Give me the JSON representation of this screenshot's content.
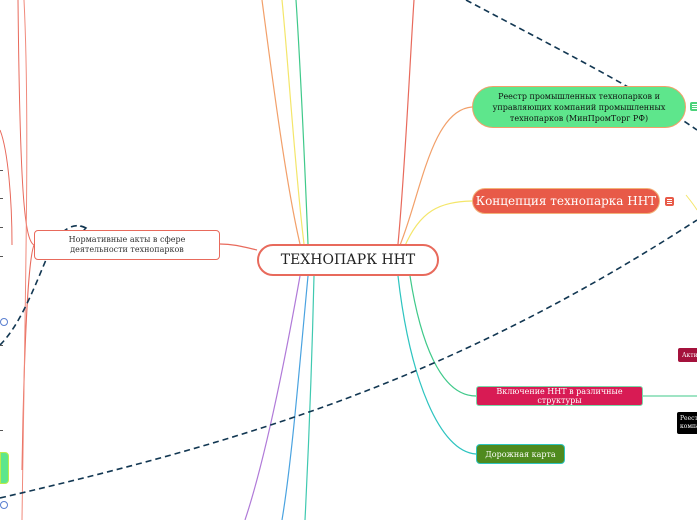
{
  "central": {
    "label": "ТЕХНОПАРК ННТ"
  },
  "left_topics": [
    {
      "label": "Нормативные акты в сфере деятельности технопарков"
    }
  ],
  "right_topics": [
    {
      "label": "Реестр промышленных технопарков и управляющих компаний промышленных технопарков (МинПромТорг РФ)",
      "color": "#5ee68c"
    },
    {
      "label": "Концепция технопарка ННТ",
      "color": "#e85a48"
    },
    {
      "label": "Включение ННТ в различные структуры",
      "color": "#d81b54"
    },
    {
      "label": "Дорожная карта",
      "color": "#4f8a1e"
    }
  ],
  "partial_nodes": [
    {
      "label": "Акти",
      "color": "#a4123c"
    },
    {
      "label": "Реест компа",
      "color": "#000000"
    }
  ],
  "icons": [
    "menu-icon",
    "link-icon"
  ]
}
